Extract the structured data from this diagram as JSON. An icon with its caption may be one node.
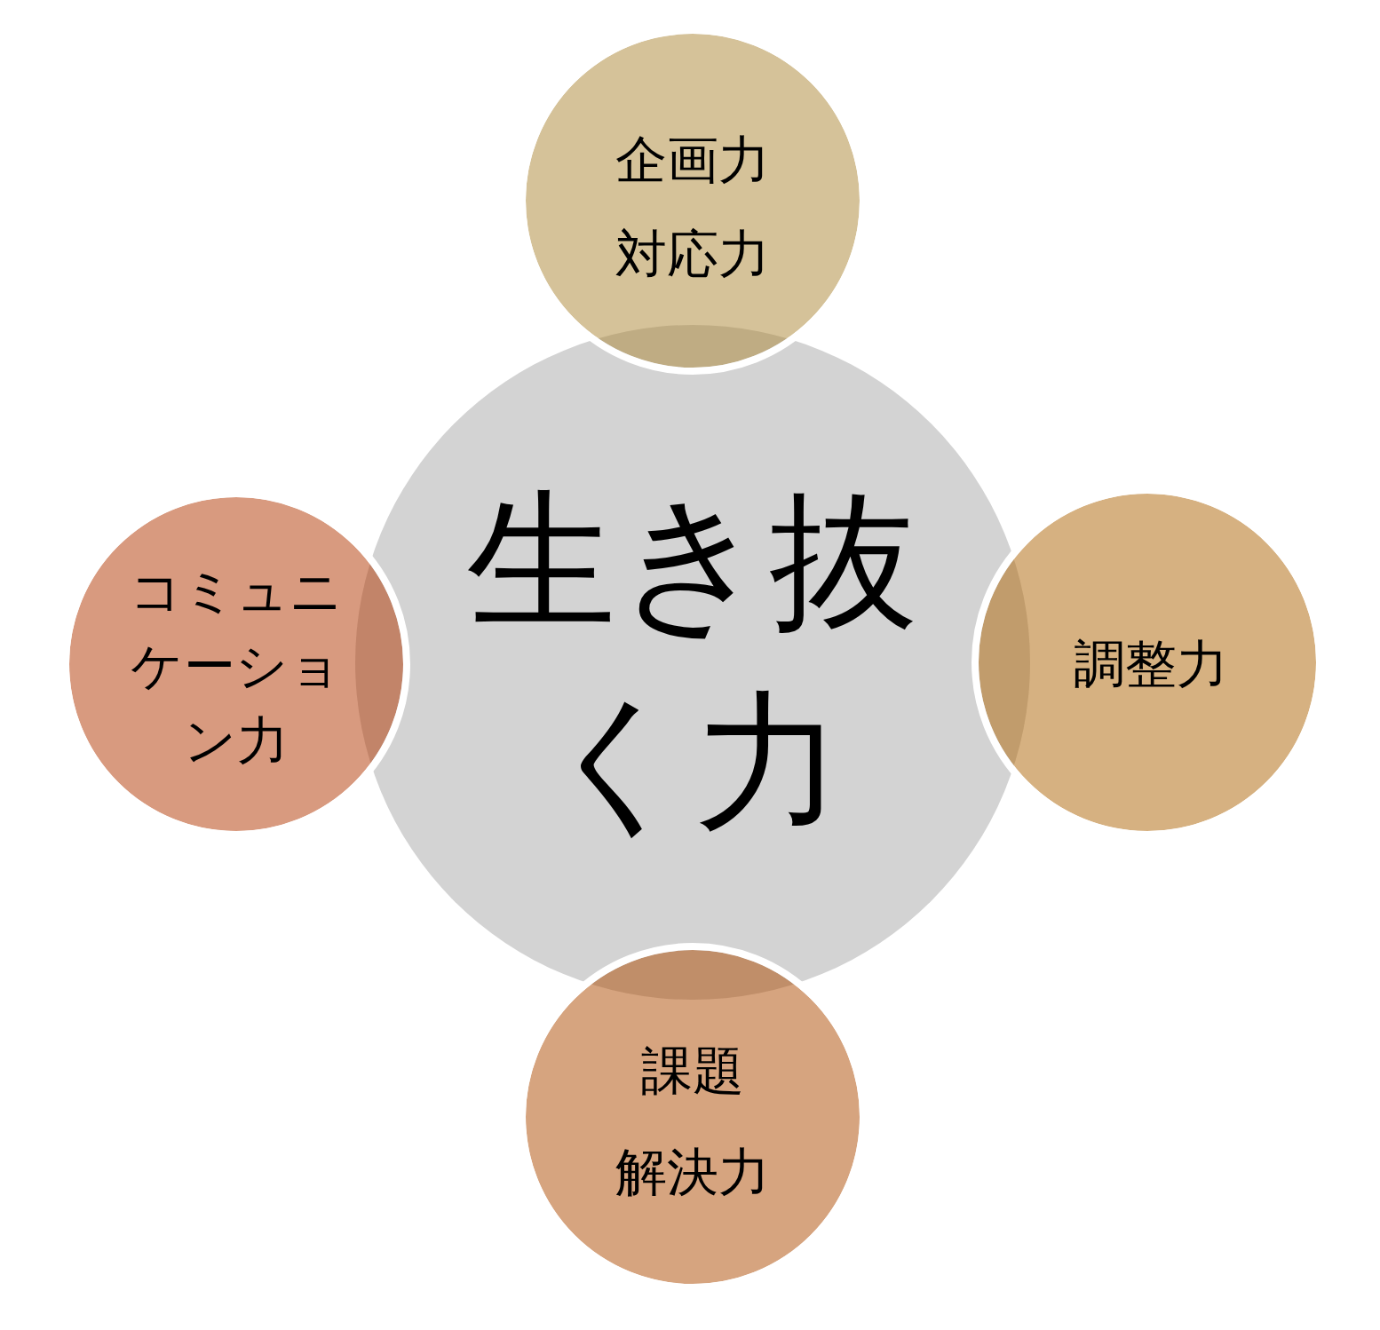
{
  "diagram": {
    "nodes": [
      {
        "text": [
          "生き抜く力"
        ]
      },
      {
        "text": [
          "企画力",
          "対応力"
        ]
      },
      {
        "text": [
          "調整力"
        ]
      },
      {
        "text": [
          "課題解決力"
        ]
      },
      {
        "text": [
          "コミュニケーション力"
        ]
      }
    ]
  }
}
